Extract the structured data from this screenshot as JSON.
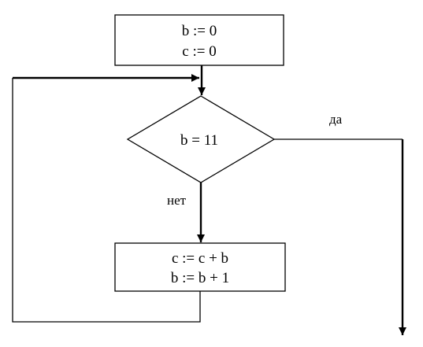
{
  "flowchart": {
    "init_block": {
      "line1": "b := 0",
      "line2": "c := 0"
    },
    "condition": {
      "text": "b = 11"
    },
    "body_block": {
      "line1": "c := c + b",
      "line2": "b := b + 1"
    },
    "labels": {
      "yes": "да",
      "no": "нет"
    }
  }
}
